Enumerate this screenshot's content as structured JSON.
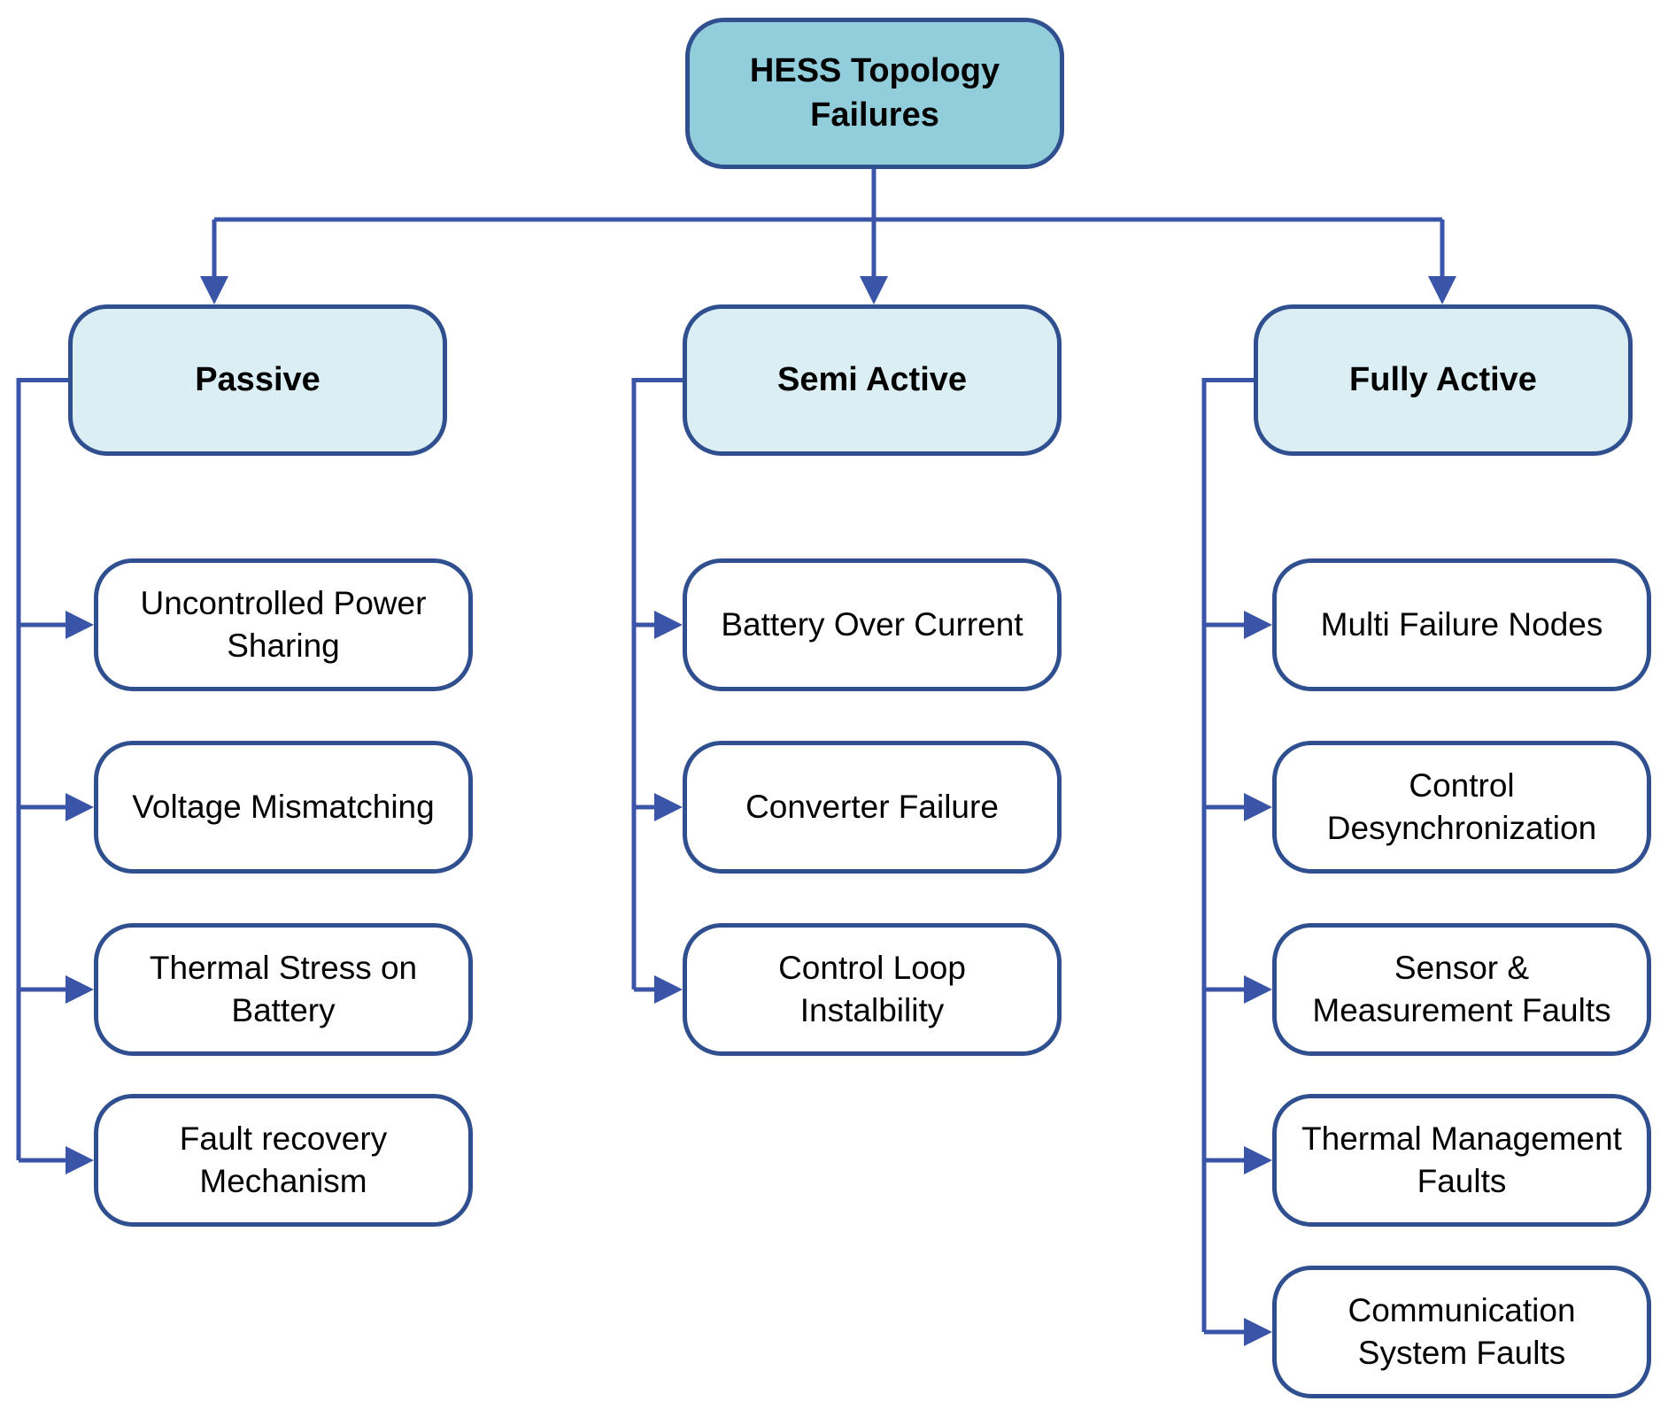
{
  "colors": {
    "root_fill": "#92cddc",
    "category_fill": "#daeef3",
    "leaf_fill": "#ffffff",
    "border": "#2f4f8f",
    "connector": "#3a55a8"
  },
  "root": {
    "label": "HESS Topology\nFailures"
  },
  "categories": [
    {
      "label": "Passive",
      "children": [
        "Uncontrolled Power\nSharing",
        "Voltage Mismatching",
        "Thermal Stress on\nBattery",
        "Fault recovery\nMechanism"
      ]
    },
    {
      "label": "Semi Active",
      "children": [
        "Battery Over Current",
        "Converter Failure",
        "Control Loop\nInstalbility"
      ]
    },
    {
      "label": "Fully Active",
      "children": [
        "Multi Failure Nodes",
        "Control\nDesynchronization",
        "Sensor &\nMeasurement Faults",
        "Thermal Management\nFaults",
        "Communication\nSystem Faults"
      ]
    }
  ]
}
